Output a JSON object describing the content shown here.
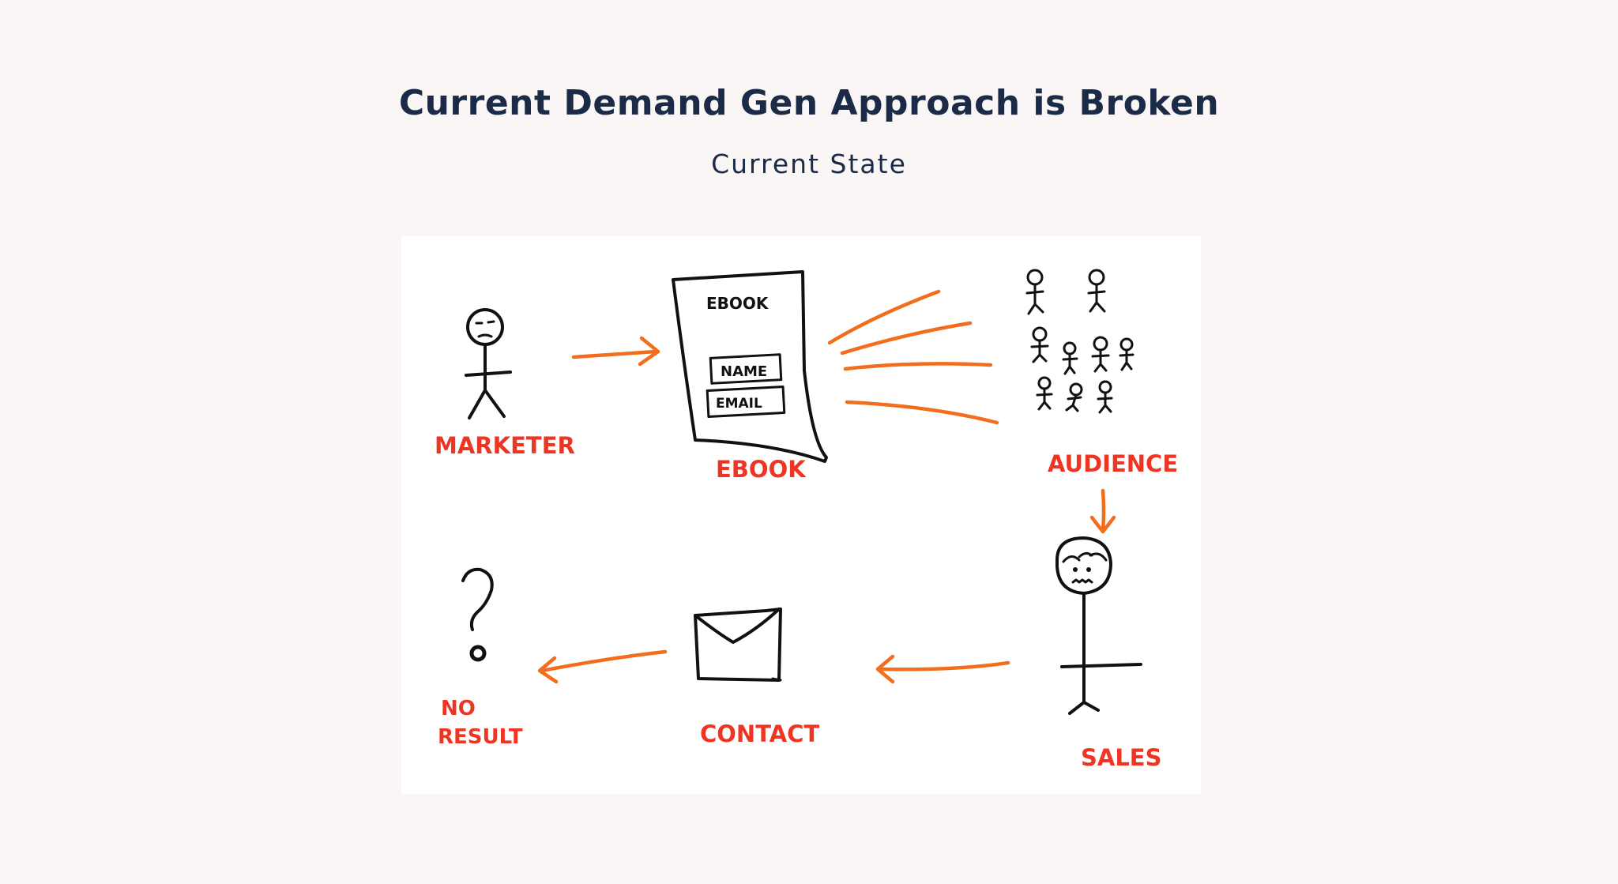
{
  "header": {
    "title": "Current Demand Gen Approach is Broken",
    "subtitle": "Current State"
  },
  "diagram": {
    "nodes": {
      "marketer": {
        "label": "MARKETER",
        "icon": "stick-figure-icon"
      },
      "ebook": {
        "label": "EBOOK",
        "icon": "ebook-form-icon",
        "doc_title": "EBOOK",
        "field_name": "NAME",
        "field_email": "EMAIL"
      },
      "audience": {
        "label": "AUDIENCE",
        "icon": "crowd-icon"
      },
      "sales": {
        "label": "SALES",
        "icon": "stressed-figure-icon"
      },
      "contact": {
        "label": "CONTACT",
        "icon": "envelope-icon"
      },
      "no_result": {
        "label_line1": "NO",
        "label_line2": "RESULT",
        "icon": "question-mark-icon"
      }
    },
    "colors": {
      "label": "#ee3524",
      "arrow": "#f26d1c",
      "ink": "#111111",
      "title": "#1b2a47"
    }
  }
}
